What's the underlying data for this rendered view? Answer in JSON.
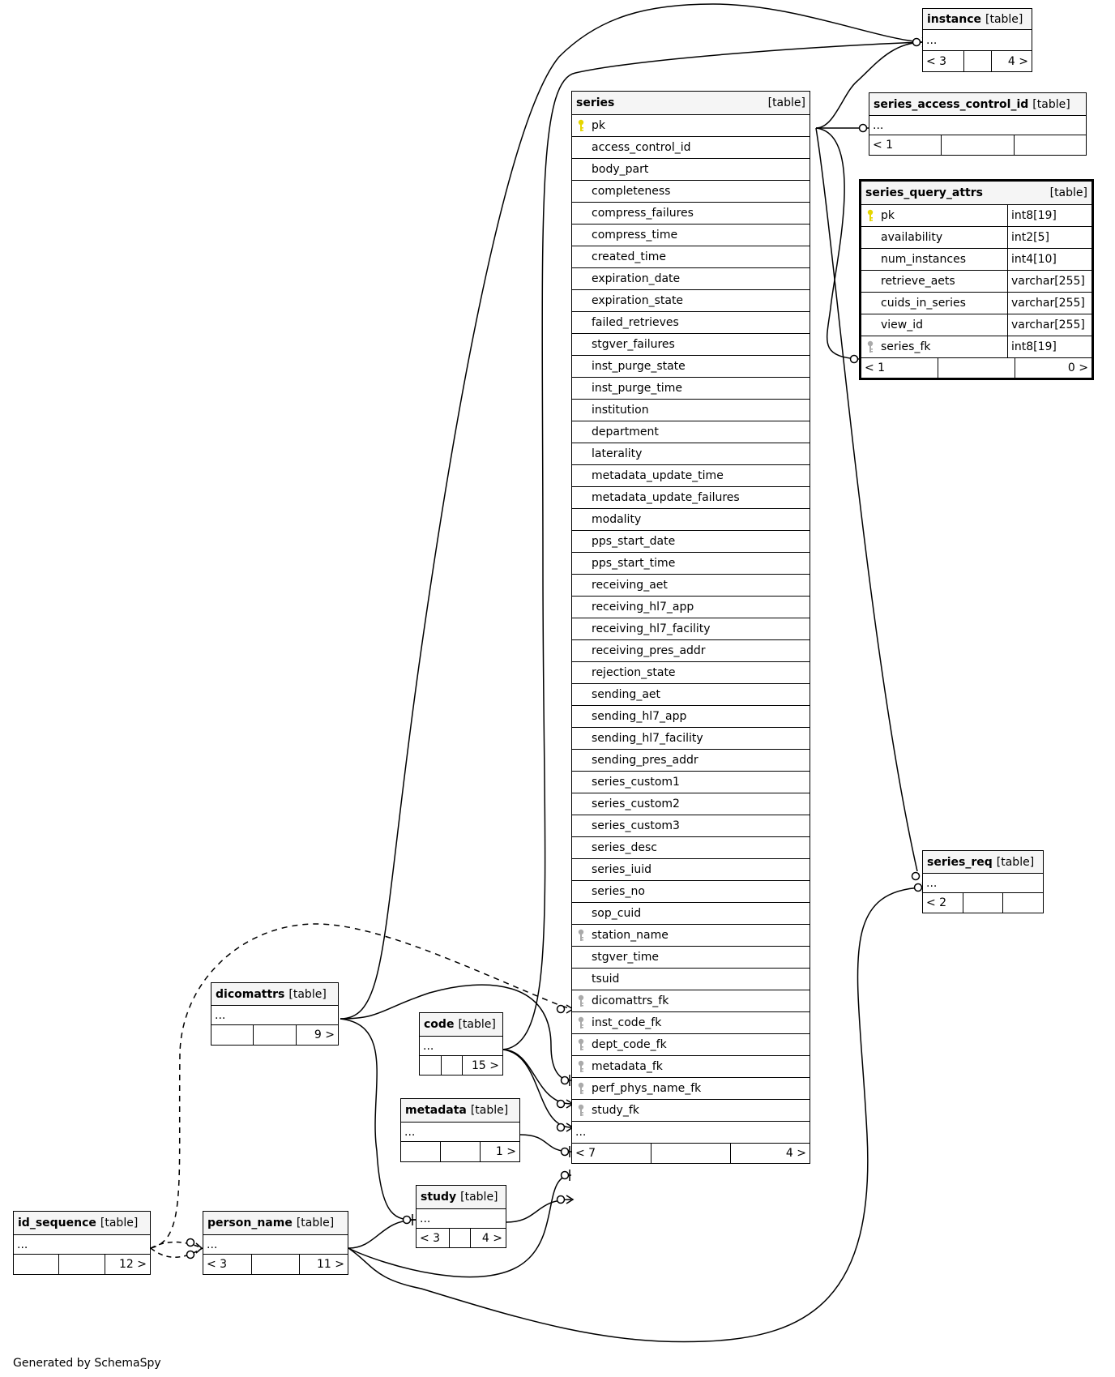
{
  "tables": {
    "instance": {
      "name": "instance",
      "kind": "[table]",
      "rows": [
        {
          "text": "..."
        }
      ],
      "footer": [
        "< 3",
        "",
        "4 >"
      ]
    },
    "series": {
      "name": "series",
      "kind": "[table]",
      "rows": [
        {
          "text": "pk",
          "icon": "primary-key"
        },
        {
          "text": "access_control_id"
        },
        {
          "text": "body_part"
        },
        {
          "text": "completeness"
        },
        {
          "text": "compress_failures"
        },
        {
          "text": "compress_time"
        },
        {
          "text": "created_time"
        },
        {
          "text": "expiration_date"
        },
        {
          "text": "expiration_state"
        },
        {
          "text": "failed_retrieves"
        },
        {
          "text": "stgver_failures"
        },
        {
          "text": "inst_purge_state"
        },
        {
          "text": "inst_purge_time"
        },
        {
          "text": "institution"
        },
        {
          "text": "department"
        },
        {
          "text": "laterality"
        },
        {
          "text": "metadata_update_time"
        },
        {
          "text": "metadata_update_failures"
        },
        {
          "text": "modality"
        },
        {
          "text": "pps_start_date"
        },
        {
          "text": "pps_start_time"
        },
        {
          "text": "receiving_aet"
        },
        {
          "text": "receiving_hl7_app"
        },
        {
          "text": "receiving_hl7_facility"
        },
        {
          "text": "receiving_pres_addr"
        },
        {
          "text": "rejection_state"
        },
        {
          "text": "sending_aet"
        },
        {
          "text": "sending_hl7_app"
        },
        {
          "text": "sending_hl7_facility"
        },
        {
          "text": "sending_pres_addr"
        },
        {
          "text": "series_custom1"
        },
        {
          "text": "series_custom2"
        },
        {
          "text": "series_custom3"
        },
        {
          "text": "series_desc"
        },
        {
          "text": "series_iuid"
        },
        {
          "text": "series_no"
        },
        {
          "text": "sop_cuid"
        },
        {
          "text": "station_name",
          "icon": "foreign-key"
        },
        {
          "text": "stgver_time"
        },
        {
          "text": "tsuid"
        },
        {
          "text": "dicomattrs_fk",
          "icon": "foreign-key"
        },
        {
          "text": "inst_code_fk",
          "icon": "foreign-key"
        },
        {
          "text": "dept_code_fk",
          "icon": "foreign-key"
        },
        {
          "text": "metadata_fk",
          "icon": "foreign-key"
        },
        {
          "text": "perf_phys_name_fk",
          "icon": "foreign-key"
        },
        {
          "text": "study_fk",
          "icon": "foreign-key"
        },
        {
          "text": "...",
          "plain": true
        }
      ],
      "footer": [
        "< 7",
        "",
        "4 >"
      ]
    },
    "series_access_control_id": {
      "name": "series_access_control_id",
      "kind": "[table]",
      "rows": [
        {
          "text": "..."
        }
      ],
      "footer": [
        "< 1",
        "",
        ""
      ]
    },
    "series_query_attrs": {
      "name": "series_query_attrs",
      "kind": "[table]",
      "rows": [
        {
          "text": "pk",
          "type": "int8[19]",
          "icon": "primary-key"
        },
        {
          "text": "availability",
          "type": "int2[5]"
        },
        {
          "text": "num_instances",
          "type": "int4[10]"
        },
        {
          "text": "retrieve_aets",
          "type": "varchar[255]"
        },
        {
          "text": "cuids_in_series",
          "type": "varchar[255]"
        },
        {
          "text": "view_id",
          "type": "varchar[255]"
        },
        {
          "text": "series_fk",
          "type": "int8[19]",
          "icon": "foreign-key"
        }
      ],
      "footer": [
        "< 1",
        "",
        "0 >"
      ]
    },
    "series_req": {
      "name": "series_req",
      "kind": "[table]",
      "rows": [
        {
          "text": "..."
        }
      ],
      "footer": [
        "< 2",
        "",
        ""
      ]
    },
    "dicomattrs": {
      "name": "dicomattrs",
      "kind": "[table]",
      "rows": [
        {
          "text": "..."
        }
      ],
      "footer": [
        "",
        "",
        "9 >"
      ]
    },
    "code": {
      "name": "code",
      "kind": "[table]",
      "rows": [
        {
          "text": "..."
        }
      ],
      "footer": [
        "",
        "",
        "15 >"
      ]
    },
    "metadata": {
      "name": "metadata",
      "kind": "[table]",
      "rows": [
        {
          "text": "..."
        }
      ],
      "footer": [
        "",
        "",
        "1 >"
      ]
    },
    "study": {
      "name": "study",
      "kind": "[table]",
      "rows": [
        {
          "text": "..."
        }
      ],
      "footer": [
        "< 3",
        "",
        "4 >"
      ]
    },
    "id_sequence": {
      "name": "id_sequence",
      "kind": "[table]",
      "rows": [
        {
          "text": "..."
        }
      ],
      "footer": [
        "",
        "",
        "12 >"
      ]
    },
    "person_name": {
      "name": "person_name",
      "kind": "[table]",
      "rows": [
        {
          "text": "..."
        }
      ],
      "footer": [
        "< 3",
        "",
        "11 >"
      ]
    }
  },
  "colors": {
    "primary_key": "#e6d600",
    "foreign_key": "#aaaaaa",
    "header_bg": "#f5f5f5",
    "line": "#000000"
  },
  "generated_by": "Generated by SchemaSpy"
}
